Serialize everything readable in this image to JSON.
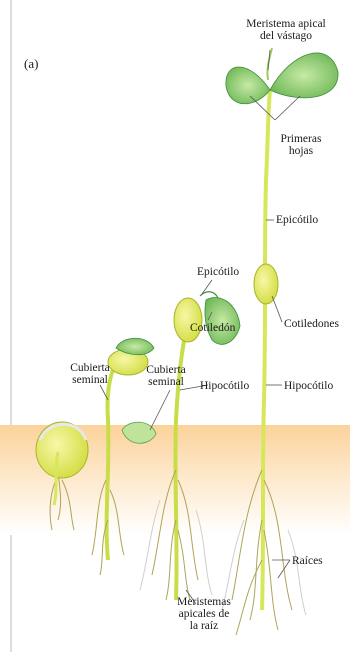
{
  "panel_label": "(a)",
  "labels": {
    "meristema_apical": "Meristema apical\ndel vástago",
    "primeras_hojas": "Primeras\nhojas",
    "epicotilo_tall": "Epicótilo",
    "cotiledones": "Cotiledones",
    "hipocotilo_tall": "Hipocótilo",
    "raices": "Raíces",
    "meristemas_raiz": "Meristemas\napicales de\nla raíz",
    "epicotilo_mid": "Epicótilo",
    "cotiledon": "Cotiledón",
    "hipocotilo_mid": "Hipocótilo",
    "cubierta_seminal_1": "Cubierta\nseminal",
    "cubierta_seminal_2": "Cubierta\nseminal"
  },
  "colors": {
    "soil_top": "#fbd9a6",
    "soil_mid": "#fde7c6",
    "stem": "#d6e85a",
    "stem_edge": "#a9c23a",
    "leaf": "#8fcf6a",
    "leaf_dark": "#3e8f3a",
    "seed": "#e9ef6a",
    "root": "#b0a35a",
    "root_white": "#d9d9d9",
    "leader": "#555555"
  },
  "stages": [
    "seed-germinating",
    "hook-emerging",
    "cotyledons-raised",
    "first-leaves-opening",
    "mature-seedling"
  ]
}
